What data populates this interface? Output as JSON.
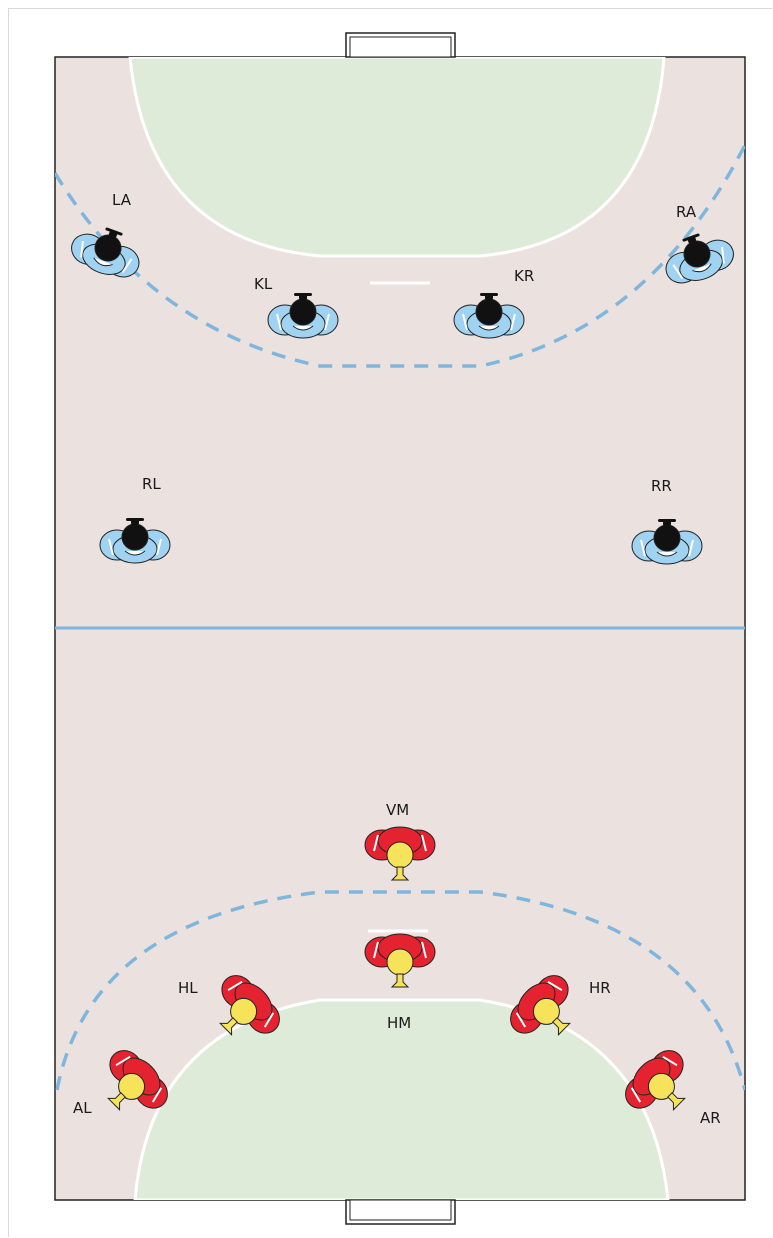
{
  "colors": {
    "court": "#ebe2e0",
    "goal_area": "#deebd9",
    "blue_line": "#7fb6de",
    "blue_player": "#9fd3f1",
    "blue_head": "#111111",
    "red_player": "#e52330",
    "yellow_head": "#f7e35a",
    "outline": "#222222"
  },
  "team_blue": [
    {
      "label": "LA",
      "icon": "defender-figure-icon"
    },
    {
      "label": "KL",
      "icon": "defender-figure-icon"
    },
    {
      "label": "KR",
      "icon": "defender-figure-icon"
    },
    {
      "label": "RA",
      "icon": "defender-figure-icon"
    },
    {
      "label": "RL",
      "icon": "defender-figure-icon"
    },
    {
      "label": "RR",
      "icon": "defender-figure-icon"
    }
  ],
  "team_red": [
    {
      "label": "VM",
      "icon": "attacker-figure-icon"
    },
    {
      "label": "HM",
      "icon": "attacker-figure-icon"
    },
    {
      "label": "HL",
      "icon": "attacker-figure-icon"
    },
    {
      "label": "HR",
      "icon": "attacker-figure-icon"
    },
    {
      "label": "AL",
      "icon": "attacker-figure-icon"
    },
    {
      "label": "AR",
      "icon": "attacker-figure-icon"
    }
  ]
}
